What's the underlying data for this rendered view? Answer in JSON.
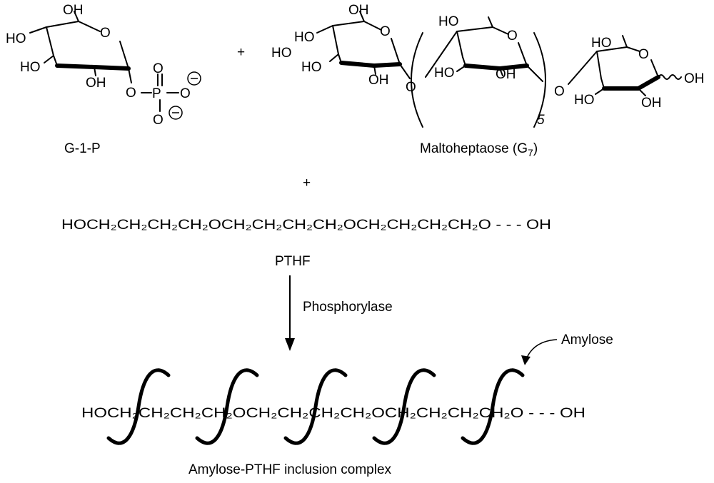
{
  "reagents": {
    "g1p": {
      "label": "G-1-P",
      "atoms": {
        "oh": "OH",
        "ho": "HO",
        "o": "O",
        "p": "P",
        "minus": "−"
      }
    },
    "plus_1": "+",
    "maltoheptaose": {
      "label_main": "Maltoheptaose (G",
      "label_sub": "7",
      "label_close": ")",
      "repeat_count": "5",
      "atoms": {
        "oh": "OH",
        "ho": "HO",
        "o": "O"
      }
    },
    "plus_2": "+",
    "pthf": {
      "formula": "HOCH₂CH₂CH₂CH₂OCH₂CH₂CH₂CH₂OCH₂CH₂CH₂CH₂O - - - OH",
      "label": "PTHF"
    }
  },
  "reaction": {
    "enzyme": "Phosphorylase"
  },
  "product": {
    "formula": "HOCH₂CH₂CH₂CH₂OCH₂CH₂CH₂CH₂OCH₂CH₂CH₂CH₂O - - - OH",
    "helix_turns": 5,
    "amylose_label": "Amylose",
    "label": "Amylose-PTHF inclusion complex"
  }
}
